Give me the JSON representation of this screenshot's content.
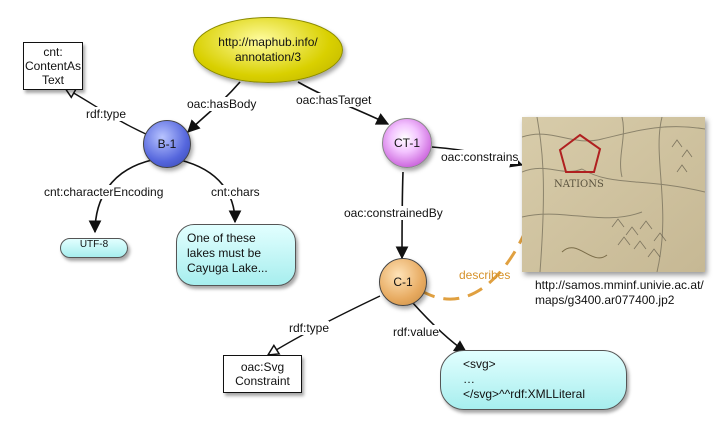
{
  "nodes": {
    "annotation": {
      "lines": [
        "http://maphub.info/",
        "annotation/3"
      ]
    },
    "contentAsText": {
      "lines": [
        "cnt:",
        "ContentAs",
        "Text"
      ]
    },
    "b1": {
      "label": "B-1"
    },
    "ct1": {
      "label": "CT-1"
    },
    "c1": {
      "label": "C-1"
    },
    "utf8": {
      "label": "UTF-8"
    },
    "chars": {
      "lines": [
        "One of these",
        "lakes must be",
        "Cayuga Lake..."
      ]
    },
    "svgConstraint": {
      "lines": [
        "oac:Svg",
        "Constraint"
      ]
    },
    "svgLiteral": {
      "lines": [
        "<svg>",
        "…",
        "</svg>^^rdf:XMLLiteral"
      ]
    },
    "mapImage": {
      "lines": [
        "http://samos.mminf.univie.ac.at/",
        "maps/g3400.ar077400.jp2"
      ],
      "map_text": "NATIONS"
    }
  },
  "edges": {
    "hasBody": "oac:hasBody",
    "hasTarget": "oac:hasTarget",
    "typeB1": "rdf:type",
    "charEnc": "cnt:characterEncoding",
    "chars": "cnt:chars",
    "constrains": "oac:constrains",
    "constrainedBy": "oac:constrainedBy",
    "describes": "describes",
    "typeC1": "rdf:type",
    "value": "rdf:value"
  },
  "colors": {
    "annotation": "#d9d000",
    "body": "#5566dd",
    "target": "#cc66dd",
    "constraint": "#e7aa60",
    "literal": "#a7eeee",
    "describes": "#e0a040",
    "marker": "#b02020"
  }
}
